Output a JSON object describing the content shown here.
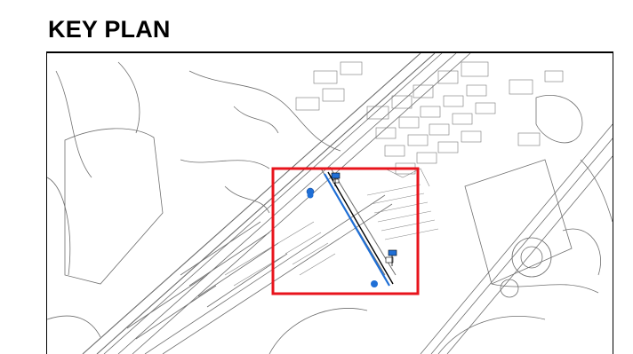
{
  "page": {
    "title": "KEY PLAN"
  },
  "map": {
    "highlight_color": "#e8141c",
    "route_color": "#1f6fd6",
    "linework_color": "#666666",
    "markers": [
      {
        "type": "signal-marker",
        "icon": "flag-pin-icon"
      },
      {
        "type": "signal-marker",
        "icon": "flag-pin-icon"
      },
      {
        "type": "location-pin",
        "icon": "location-pin-icon"
      },
      {
        "type": "location-pin",
        "icon": "location-pin-icon"
      }
    ]
  }
}
